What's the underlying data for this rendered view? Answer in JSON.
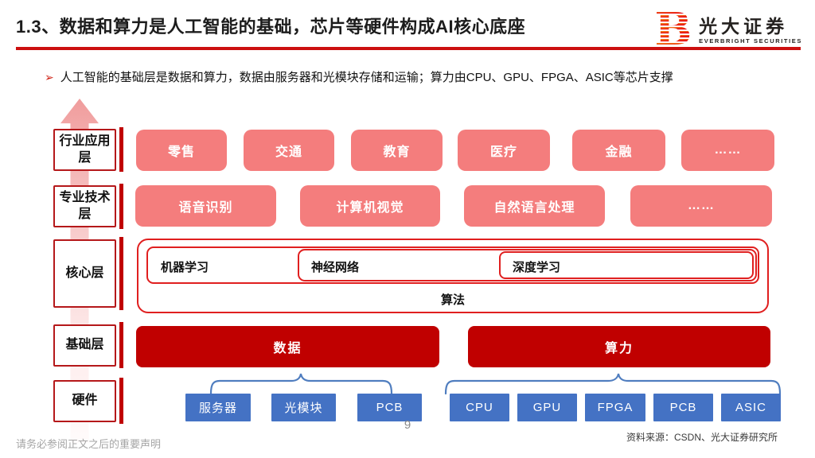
{
  "header": {
    "title": "1.3、数据和算力是人工智能的基础，芯片等硬件构成AI核心底座",
    "logo_cn": "光大证券",
    "logo_en": "EVERBRIGHT SECURITIES"
  },
  "bullet": {
    "marker": "➢",
    "text": "人工智能的基础层是数据和算力，数据由服务器和光模块存储和运输；算力由CPU、GPU、FPGA、ASIC等芯片支撑"
  },
  "diagram": {
    "layer_labels": [
      "行业应用层",
      "专业技术层",
      "核心层",
      "基础层",
      "硬件"
    ],
    "industry": [
      "零售",
      "交通",
      "教育",
      "医疗",
      "金融",
      "……"
    ],
    "technology": [
      "语音识别",
      "计算机视觉",
      "自然语言处理",
      "……"
    ],
    "core": {
      "machine_learning": "机器学习",
      "neural_network": "神经网络",
      "deep_learning": "深度学习",
      "algorithm": "算法"
    },
    "foundation": [
      "数据",
      "算力"
    ],
    "hardware_data": [
      "服务器",
      "光模块",
      "PCB"
    ],
    "hardware_compute": [
      "CPU",
      "GPU",
      "FPGA",
      "PCB",
      "ASIC"
    ],
    "colors": {
      "salmon": "#f47d7d",
      "dark_red": "#c00000",
      "blue": "#4472c4",
      "core_border_red": "#e01f1f",
      "brace_blue": "#4f7dbf",
      "arrow_pink": "#f09c9c",
      "rule_red": "#cc0f0f"
    }
  },
  "footer": {
    "page_number": "9",
    "disclaimer": "请务必参阅正文之后的重要声明",
    "source": "资料来源：CSDN、光大证券研究所"
  }
}
